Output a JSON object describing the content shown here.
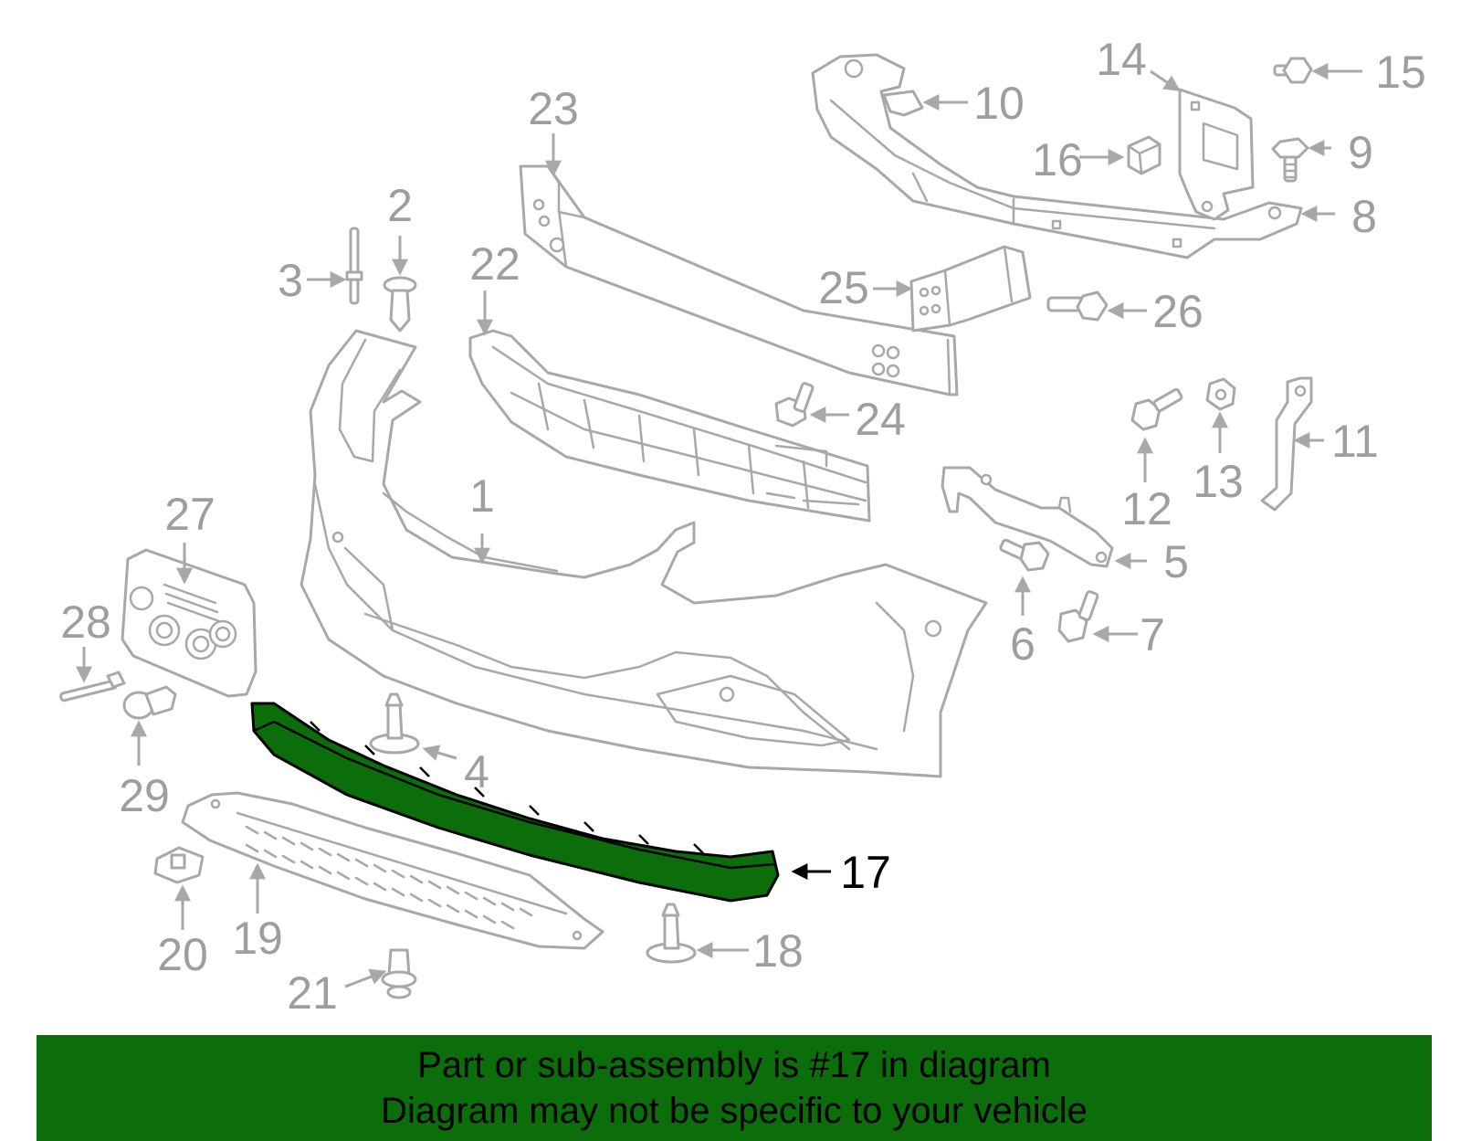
{
  "diagram": {
    "highlight_part": "17",
    "colors": {
      "highlight": "#0b6e0b",
      "line_art": "#a8a8a8",
      "callout_text": "#9e9e9e",
      "highlight_text": "#000000"
    },
    "callouts": [
      {
        "id": "1",
        "label": "1"
      },
      {
        "id": "2",
        "label": "2"
      },
      {
        "id": "3",
        "label": "3"
      },
      {
        "id": "4",
        "label": "4"
      },
      {
        "id": "5",
        "label": "5"
      },
      {
        "id": "6",
        "label": "6"
      },
      {
        "id": "7",
        "label": "7"
      },
      {
        "id": "8",
        "label": "8"
      },
      {
        "id": "9",
        "label": "9"
      },
      {
        "id": "10",
        "label": "10"
      },
      {
        "id": "11",
        "label": "11"
      },
      {
        "id": "12",
        "label": "12"
      },
      {
        "id": "13",
        "label": "13"
      },
      {
        "id": "14",
        "label": "14"
      },
      {
        "id": "15",
        "label": "15"
      },
      {
        "id": "16",
        "label": "16"
      },
      {
        "id": "17",
        "label": "17"
      },
      {
        "id": "18",
        "label": "18"
      },
      {
        "id": "19",
        "label": "19"
      },
      {
        "id": "20",
        "label": "20"
      },
      {
        "id": "21",
        "label": "21"
      },
      {
        "id": "22",
        "label": "22"
      },
      {
        "id": "23",
        "label": "23"
      },
      {
        "id": "24",
        "label": "24"
      },
      {
        "id": "25",
        "label": "25"
      },
      {
        "id": "26",
        "label": "26"
      },
      {
        "id": "27",
        "label": "27"
      },
      {
        "id": "28",
        "label": "28"
      },
      {
        "id": "29",
        "label": "29"
      }
    ]
  },
  "banner": {
    "line1": "Part or sub-assembly is #17 in diagram",
    "line2": "Diagram may not be specific to your vehicle",
    "background": "#0b6e0b"
  }
}
